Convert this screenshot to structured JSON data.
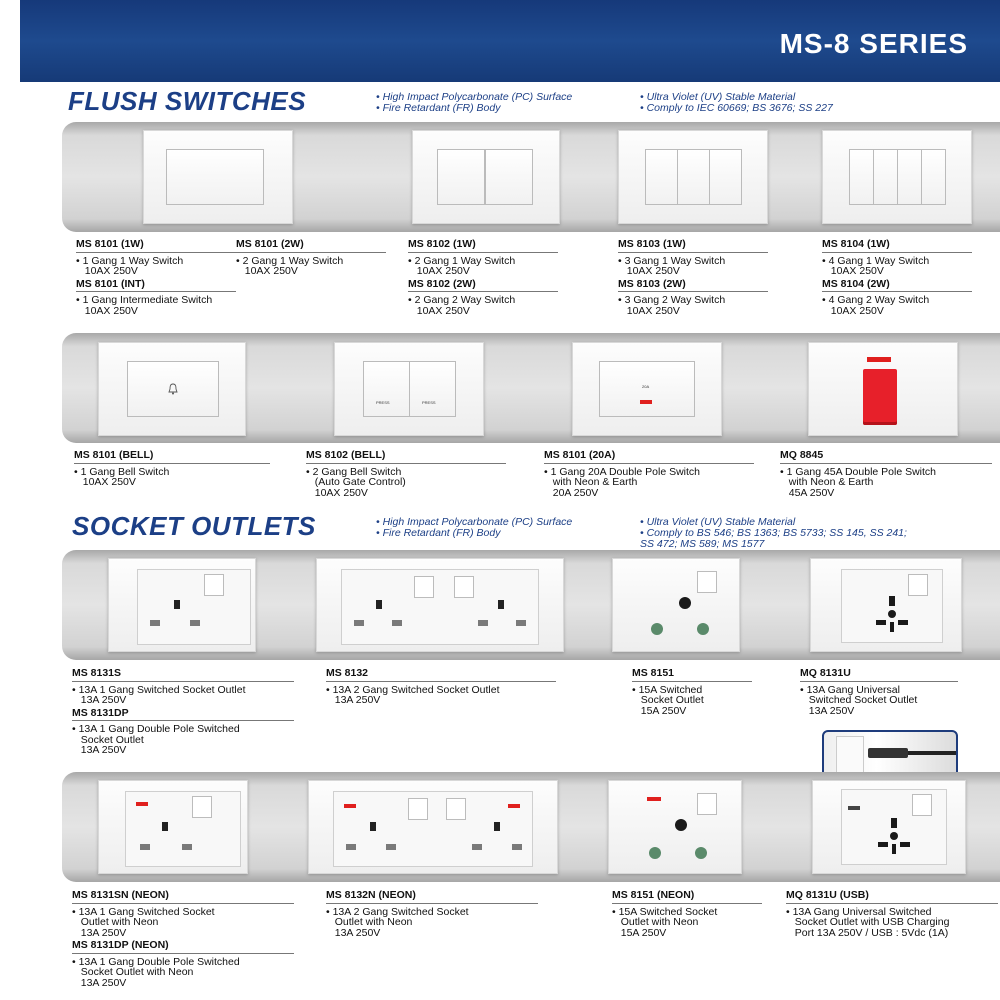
{
  "header": {
    "series": "MS-8 SERIES"
  },
  "flush": {
    "title": "FLUSH SWITCHES",
    "features_left": [
      "• High Impact Polycarbonate (PC) Surface",
      "• Fire Retardant (FR) Body"
    ],
    "features_right": [
      "• Ultra Violet (UV) Stable Material",
      "• Comply to IEC 60669; BS 3676; SS 227"
    ],
    "row1": [
      {
        "code": "MS 8101 (1W)",
        "desc": "• 1 Gang 1 Way Switch\n   10AX 250V",
        "code2": "MS 8101 (INT)",
        "desc2": "• 1 Gang Intermediate Switch\n   10AX 250V"
      },
      {
        "code": "MS 8101 (2W)",
        "desc": "• 2 Gang 1 Way Switch\n   10AX 250V"
      },
      {
        "code": "MS 8102 (1W)",
        "desc": "• 2 Gang 1 Way Switch\n   10AX 250V",
        "code2": "MS 8102 (2W)",
        "desc2": "• 2 Gang 2 Way Switch\n   10AX 250V"
      },
      {
        "code": "MS 8103 (1W)",
        "desc": "• 3 Gang 1 Way Switch\n   10AX 250V",
        "code2": "MS 8103 (2W)",
        "desc2": "• 3 Gang 2 Way Switch\n   10AX 250V"
      },
      {
        "code": "MS 8104 (1W)",
        "desc": "• 4 Gang 1 Way Switch\n   10AX 250V",
        "code2": "MS 8104 (2W)",
        "desc2": "• 4 Gang 2 Way Switch\n   10AX 250V"
      }
    ],
    "row2": [
      {
        "code": "MS 8101 (BELL)",
        "desc": "• 1 Gang Bell Switch\n   10AX 250V"
      },
      {
        "code": "MS 8102 (BELL)",
        "desc": "• 2 Gang Bell Switch\n   (Auto Gate Control)\n   10AX 250V"
      },
      {
        "code": "MS 8101 (20A)",
        "desc": "• 1 Gang 20A Double Pole Switch\n   with Neon & Earth\n   20A 250V"
      },
      {
        "code": "MQ 8845",
        "desc": "• 1 Gang 45A Double Pole Switch\n   with Neon & Earth\n   45A 250V"
      }
    ],
    "press_label": "PRESS",
    "amp_label": "20A"
  },
  "socket": {
    "title": "SOCKET OUTLETS",
    "features_left": [
      "• High Impact Polycarbonate (PC) Surface",
      "• Fire Retardant (FR) Body"
    ],
    "features_right": [
      "• Ultra Violet (UV) Stable Material",
      "• Comply to BS 546; BS 1363; BS 5733; SS 145, SS 241;",
      "   SS 472; MS 589; MS 1577"
    ],
    "row1": [
      {
        "code": "MS 8131S",
        "desc": "• 13A 1 Gang Switched Socket Outlet\n   13A 250V",
        "code2": "MS 8131DP",
        "desc2": "• 13A 1 Gang Double Pole Switched\n   Socket Outlet\n   13A 250V"
      },
      {
        "code": "MS 8132",
        "desc": "• 13A 2 Gang Switched Socket Outlet\n   13A 250V"
      },
      {
        "code": "MS 8151",
        "desc": "• 15A Switched\n   Socket Outlet\n   15A 250V"
      },
      {
        "code": "MQ 8131U",
        "desc": "• 13A Gang Universal\n   Switched Socket Outlet\n   13A 250V"
      }
    ],
    "row2": [
      {
        "code": "MS 8131SN (NEON)",
        "desc": "• 13A 1 Gang Switched Socket\n   Outlet with Neon\n   13A 250V",
        "code2": "MS 8131DP (NEON)",
        "desc2": "• 13A 1 Gang Double Pole Switched\n   Socket Outlet with Neon\n   13A 250V"
      },
      {
        "code": "MS 8132N (NEON)",
        "desc": "• 13A 2 Gang Switched Socket\n   Outlet with Neon\n   13A 250V"
      },
      {
        "code": "MS 8151 (NEON)",
        "desc": "• 15A Switched Socket\n   Outlet with Neon\n   15A 250V"
      },
      {
        "code": "MQ 8131U (USB)",
        "desc": "• 13A Gang Universal Switched\n   Socket Outlet with USB Charging\n   Port 13A 250V / USB : 5Vdc (1A)"
      }
    ]
  }
}
